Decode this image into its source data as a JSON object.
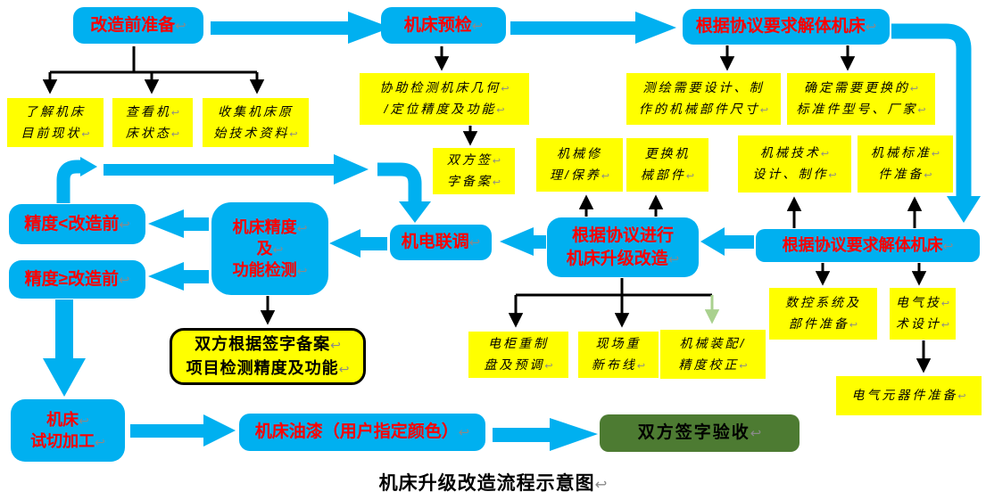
{
  "title": "机床升级改造流程示意图↩",
  "colors": {
    "box_blue": "#00B0F0",
    "box_yellow": "#FFFF00",
    "box_green": "#4D7B32",
    "text_red": "#FF0000",
    "text_black": "#000000",
    "arrow_blue": "#00B0F0",
    "arrow_black": "#000000",
    "arrow_light_green": "#A9D18E"
  },
  "nodes": {
    "prep": {
      "label": "改造前准备↩"
    },
    "precheck": {
      "label": "机床预检↩"
    },
    "disassemble_top": {
      "label": "根据协议要求解体机床↩"
    },
    "know_status": {
      "label": "了解机床\n目前现状↩"
    },
    "check_status": {
      "label": "查看机↩\n床状态↩"
    },
    "collect_docs": {
      "label": "收集机床原\n始技术资料↩"
    },
    "assist_check": {
      "label": "协助检测机床几何↩\n/定位精度及功能↩"
    },
    "sign_record": {
      "label": "双方签↩\n字备案↩"
    },
    "survey_parts": {
      "label": "测绘需要设计、制\n作的机械部件尺寸↩"
    },
    "confirm_standard": {
      "label": "确定需要更换的↩\n标准件型号、厂家↩"
    },
    "repair": {
      "label": "机械修\n理/保养↩"
    },
    "replace_parts": {
      "label": "更换机\n械部件↩"
    },
    "mech_design": {
      "label": "机械技术↩\n设计、制作↩"
    },
    "mech_standard": {
      "label": "机械标准↩\n件准备↩"
    },
    "prec_lt": {
      "label": "精度<改造前↩"
    },
    "prec_ge": {
      "label": "精度≥改造前↩"
    },
    "prec_func_check": {
      "label": "机床精度↩\n及↩\n功能检测↩"
    },
    "joint_debug": {
      "label": "机电联调↩"
    },
    "upgrade": {
      "label": "根据协议进行\n机床升级改造↩"
    },
    "disassemble_mid": {
      "label": "根据协议要求解体机床↩"
    },
    "cnc_prepare": {
      "label": "数控系统及\n部件准备↩"
    },
    "elec_design": {
      "label": "电气技↩\n术设计↩"
    },
    "elec_components": {
      "label": "电气元器件准备↩"
    },
    "cabinet": {
      "label": "电柜重制\n盘及预调↩"
    },
    "rewire": {
      "label": "现场重\n新布线↩"
    },
    "assembly_calib": {
      "label": "机械装配/\n精度校正↩"
    },
    "record_check": {
      "label": "双方根据签字备案↩\n项目检测精度及功能↩"
    },
    "trial_cut": {
      "label": "机床↩\n试切加工↩"
    },
    "paint": {
      "label": "机床油漆（用户指定颜色）↩"
    },
    "acceptance": {
      "label": "双方签字验收↩"
    }
  },
  "edges": [
    {
      "from": "prep",
      "to": "precheck",
      "style": "blue"
    },
    {
      "from": "precheck",
      "to": "disassemble_top",
      "style": "blue"
    },
    {
      "from": "disassemble_top",
      "to": "disassemble_mid",
      "style": "blue-elbow"
    },
    {
      "from": "prep",
      "to": [
        "know_status",
        "check_status",
        "collect_docs"
      ],
      "style": "black"
    },
    {
      "from": "precheck",
      "to": "assist_check",
      "style": "black"
    },
    {
      "from": "assist_check",
      "to": "sign_record",
      "style": "black"
    },
    {
      "from": "disassemble_top",
      "to": [
        "survey_parts",
        "confirm_standard"
      ],
      "style": "black"
    },
    {
      "from": "disassemble_mid",
      "to": [
        "mech_design",
        "mech_standard"
      ],
      "style": "black-up"
    },
    {
      "from": "disassemble_mid",
      "to": [
        "cnc_prepare",
        "elec_design"
      ],
      "style": "black"
    },
    {
      "from": "elec_design",
      "to": "elec_components",
      "style": "black"
    },
    {
      "from": "disassemble_mid",
      "to": "upgrade",
      "style": "blue"
    },
    {
      "from": "upgrade",
      "to": [
        "repair",
        "replace_parts"
      ],
      "style": "black-up"
    },
    {
      "from": "upgrade",
      "to": [
        "cabinet",
        "rewire"
      ],
      "style": "black"
    },
    {
      "from": "upgrade",
      "to": "assembly_calib",
      "style": "light-green"
    },
    {
      "from": "upgrade",
      "to": "joint_debug",
      "style": "blue"
    },
    {
      "from": "joint_debug",
      "to": "prec_func_check",
      "style": "blue"
    },
    {
      "from": "prec_func_check",
      "to": [
        "prec_lt",
        "prec_ge"
      ],
      "style": "blue"
    },
    {
      "from": "prec_func_check",
      "to": "record_check",
      "style": "black"
    },
    {
      "from": "prec_lt",
      "to": "joint_debug",
      "style": "blue-loop"
    },
    {
      "from": "prec_ge",
      "to": "trial_cut",
      "style": "blue"
    },
    {
      "from": "trial_cut",
      "to": "paint",
      "style": "blue"
    },
    {
      "from": "paint",
      "to": "acceptance",
      "style": "blue"
    }
  ]
}
